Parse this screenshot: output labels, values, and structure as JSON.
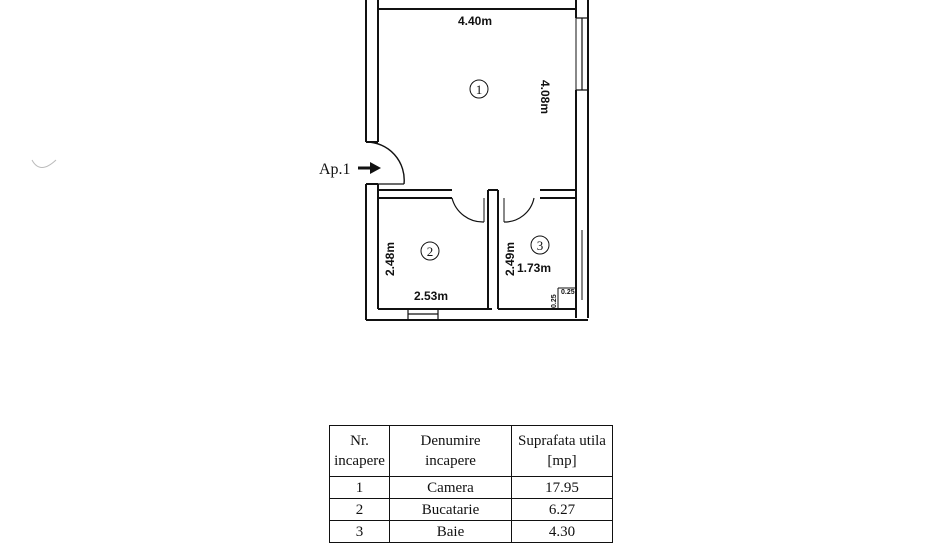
{
  "plan": {
    "rooms": [
      {
        "number": "1",
        "dim_width": "4.40m",
        "dim_length": "4.08m"
      },
      {
        "number": "2",
        "dim_width": "2.53m",
        "dim_length": "2.48m"
      },
      {
        "number": "3",
        "dim_width": "1.73m",
        "dim_length": "2.49m"
      }
    ],
    "entrance_label": "Ap.1",
    "detail_dims": [
      "0.25",
      "0.25"
    ]
  },
  "table": {
    "headers": [
      {
        "line1": "Nr.",
        "line2": "incapere"
      },
      {
        "line1": "Denumire",
        "line2": "incapere"
      },
      {
        "line1": "Suprafata utila",
        "line2": "[mp]"
      }
    ],
    "rows": [
      {
        "nr": "1",
        "name": "Camera",
        "area": "17.95"
      },
      {
        "nr": "2",
        "name": "Bucatarie",
        "area": "6.27"
      },
      {
        "nr": "3",
        "name": "Baie",
        "area": "4.30"
      }
    ]
  }
}
